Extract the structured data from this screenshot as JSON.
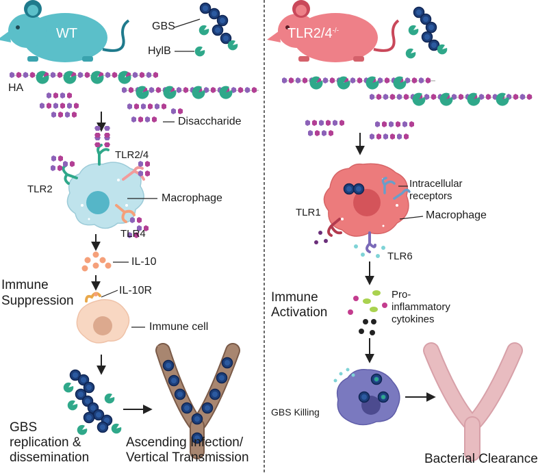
{
  "left_panel": {
    "mouse_label": "WT",
    "gbs_label": "GBS",
    "hylb_label": "HylB",
    "ha_label": "HA",
    "disaccharide_label": "Disaccharide",
    "tlr24_label": "TLR2/4",
    "tlr2_label": "TLR2",
    "tlr4_label": "TLR4",
    "macrophage_label": "Macrophage",
    "il10_label": "IL-10",
    "il10r_label": "IL-10R",
    "suppression_line1": "Immune",
    "suppression_line2": "Suppression",
    "immune_cell_label": "Immune cell",
    "gbs_rep_line1": "GBS",
    "gbs_rep_line2": "replication &",
    "gbs_rep_line3": "dissemination",
    "ascending_line1": "Ascending Infection/",
    "ascending_line2": "Vertical Transmission"
  },
  "right_panel": {
    "mouse_label": "TLR2/4",
    "mouse_label_sup": "-/-",
    "intracellular_line1": "Intracellular",
    "intracellular_line2": "receptors",
    "tlr1_label": "TLR1",
    "macrophage_label": "Macrophage",
    "tlr6_label": "TLR6",
    "activation_line1": "Immune",
    "activation_line2": "Activation",
    "cytokine_line1": "Pro-",
    "cytokine_line2": "inflammatory",
    "cytokine_line3": "cytokines",
    "gbs_killing_label": "GBS Killing",
    "clearance_label": "Bacterial Clearance"
  },
  "colors": {
    "wt_mouse": "#5bbfc9",
    "ko_mouse": "#ee8088",
    "gbs": "#1d3f7a",
    "hylb": "#2fa88a",
    "ha_purple": "#8c62b8",
    "ha_magenta": "#b23f94",
    "macrophage_left": "#bfe3ec",
    "macrophage_right": "#ec7b7c",
    "immune_cell": "#f8d7c2",
    "phagocyte": "#7a79bf",
    "il10": "#f5a07a",
    "uterus_left": "#a88670",
    "uterus_right": "#e8bcc0"
  }
}
